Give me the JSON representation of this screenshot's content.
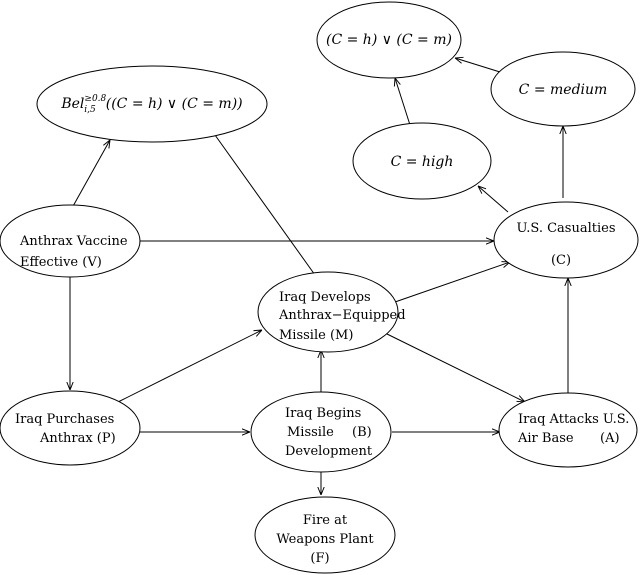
{
  "nodes": {
    "or_top": {
      "line1": "(C = h) ∨ (C = m)"
    },
    "c_medium": {
      "line1": "C = medium"
    },
    "c_high": {
      "line1": "C = high"
    },
    "belief": {
      "prefix": "Bel",
      "sup": "≥0.8",
      "sub": "i,5",
      "expr": "((C = h) ∨ (C = m))"
    },
    "vaccine": {
      "line1": "Anthrax Vaccine",
      "line2": "Effective  (V)"
    },
    "casualties": {
      "line1": "U.S. Casualties",
      "line2": "(C)"
    },
    "missile": {
      "line1": "Iraq Develops",
      "line2": "Anthrax−Equipped",
      "line3": "Missile    (M)"
    },
    "purchases": {
      "line1": "Iraq Purchases",
      "line2": "Anthrax    (P)"
    },
    "begins": {
      "line1": "Iraq Begins",
      "line2": "Missile",
      "line2b": "(B)",
      "line3": "Development"
    },
    "attacks": {
      "line1": "Iraq Attacks U.S.",
      "line2": "Air Base",
      "line2b": "(A)"
    },
    "fire": {
      "line1": "Fire at",
      "line2": "Weapons Plant",
      "line3": "(F)"
    }
  }
}
